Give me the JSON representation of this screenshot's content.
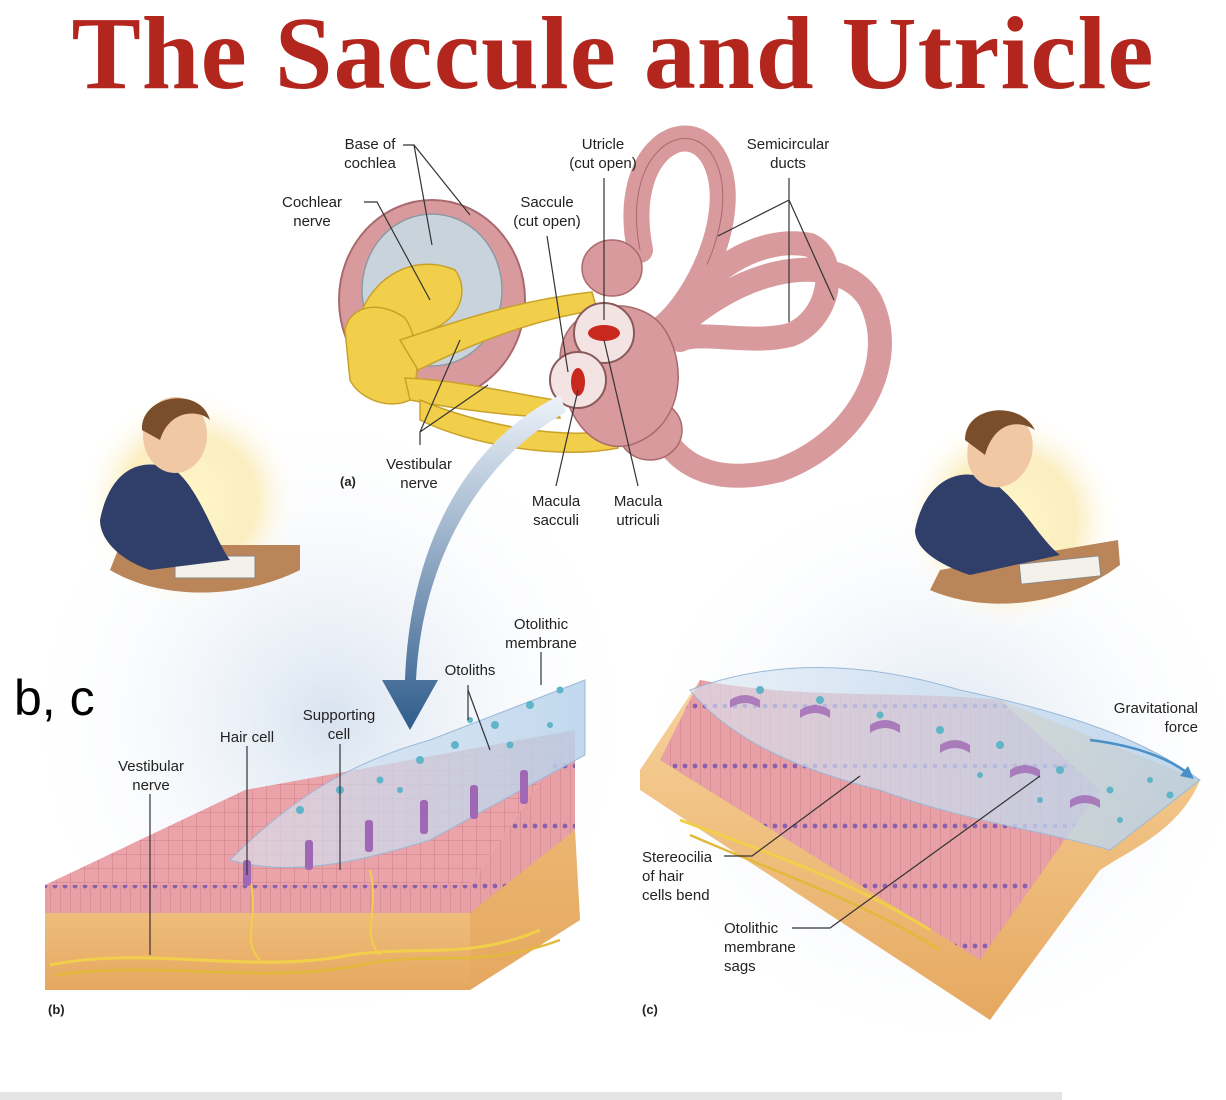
{
  "title": {
    "text": "The Saccule and Utricle",
    "color": "#b3261e"
  },
  "panel_tag": "b, c",
  "panels": {
    "a": "(a)",
    "b": "(b)",
    "c": "(c)"
  },
  "labels": {
    "base_of_cochlea": "Base of\ncochlea",
    "cochlear_nerve": "Cochlear\nnerve",
    "utricle": "Utricle\n(cut open)",
    "saccule": "Saccule\n(cut open)",
    "semicircular_ducts": "Semicircular\nducts",
    "vestibular_nerve_a": "Vestibular\nnerve",
    "macula_sacculi": "Macula\nsacculi",
    "macula_utriculi": "Macula\nutriculi",
    "otolithic_membrane": "Otolithic\nmembrane",
    "otoliths": "Otoliths",
    "supporting_cell": "Supporting\ncell",
    "hair_cell": "Hair cell",
    "vestibular_nerve_b": "Vestibular\nnerve",
    "gravitational_force": "Gravitational\nforce",
    "stereocilia_bend": "Stereocilia\nof hair\ncells bend",
    "otolithic_membrane_sags": "Otolithic\nmembrane\nsags"
  },
  "colors": {
    "labyrinth": "#d89a9c",
    "nerve": "#f1cf4a",
    "cochlea_inner": "#c9d3dc",
    "macula": "#c9281e",
    "arrow": "#2f5c8c",
    "tissue_pink": "#e9a3a9",
    "connective": "#f2c58c",
    "membrane": "#bfd6ea",
    "otolith": "#5fb4c8",
    "hair_cell": "#a068b4",
    "gravity_arrow": "#4a90c8"
  }
}
